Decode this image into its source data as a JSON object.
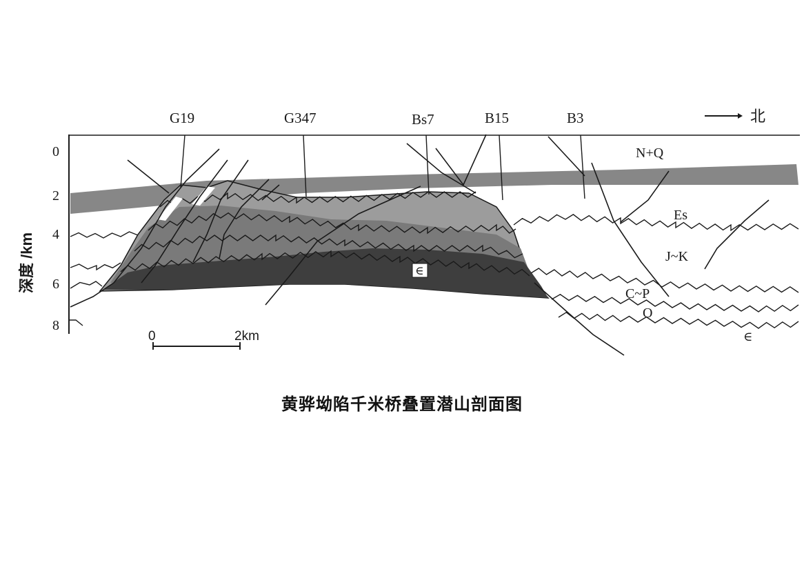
{
  "wells": [
    {
      "id": "g19",
      "label": "G19"
    },
    {
      "id": "g347",
      "label": "G347"
    },
    {
      "id": "bs7",
      "label": "Bs7"
    },
    {
      "id": "b15",
      "label": "B15"
    },
    {
      "id": "b3",
      "label": "B3"
    }
  ],
  "north_label": "北",
  "depth_axis": {
    "label": "深度 /km",
    "ticks": [
      "0",
      "2",
      "4",
      "6",
      "8"
    ]
  },
  "strata": {
    "nq": "N+Q",
    "es": "Es",
    "jk": "J~K",
    "cp": "C~P",
    "o": "O",
    "cambrian_core": "∈",
    "cambrian_right": "∈"
  },
  "scale_bar": {
    "start": "0",
    "end": "2km"
  },
  "caption": "黄骅坳陷千米桥叠置潜山剖面图",
  "colors": {
    "dark_layer": "#3e3e3e",
    "mid_layer": "#7a7a7a",
    "light_layer": "#9c9c9c",
    "line": "#1a1a1a"
  }
}
